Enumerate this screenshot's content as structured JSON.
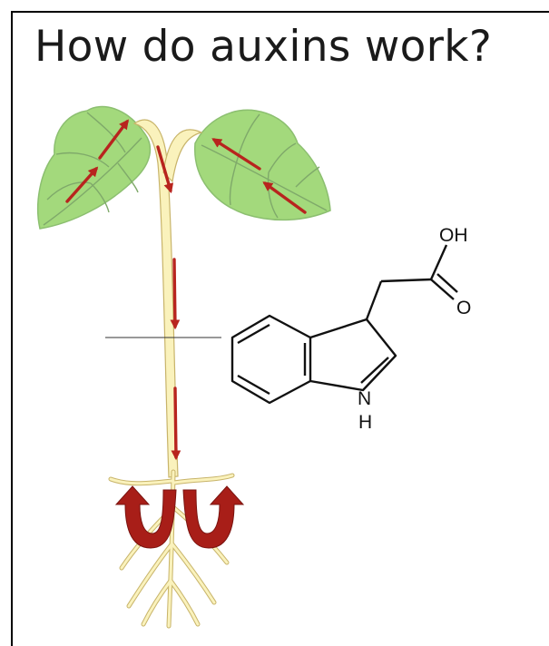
{
  "slide": {
    "title": "How do auxins work?"
  },
  "molecule": {
    "hydroxyl_label": "OH",
    "carbonyl_label": "O",
    "nitrogen_label": "N",
    "hydrogen_label": "H"
  },
  "colors": {
    "leaf_fill": "#a3d97c",
    "leaf_vein": "#7fa96a",
    "stem_fill": "#faf2bc",
    "stem_edge": "#c8b46a",
    "arrow": "#b8241e",
    "curl_arrow": "#a81e18",
    "bond": "#111111"
  }
}
